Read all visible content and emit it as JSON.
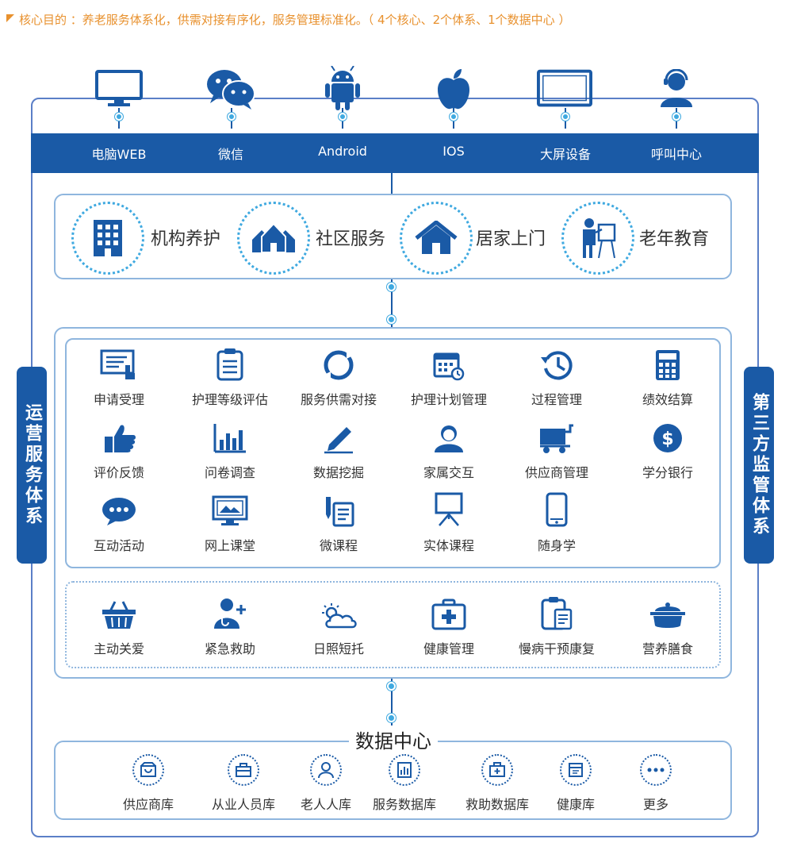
{
  "top_note": "核心目的 ：养老服务体系化，供需对接有序化，服务管理标准化。（ 4个核心、2个体系、1个数据中心 ）",
  "platforms": [
    {
      "label": "电脑WEB",
      "icon": "monitor-icon"
    },
    {
      "label": "微信",
      "icon": "wechat-icon"
    },
    {
      "label": "Android",
      "icon": "android-icon"
    },
    {
      "label": "IOS",
      "icon": "apple-icon"
    },
    {
      "label": "大屏设备",
      "icon": "large-screen-icon"
    },
    {
      "label": "呼叫中心",
      "icon": "call-center-icon"
    }
  ],
  "services": [
    {
      "label": "机构养护",
      "icon": "building-icon"
    },
    {
      "label": "社区服务",
      "icon": "community-icon"
    },
    {
      "label": "居家上门",
      "icon": "home-icon"
    },
    {
      "label": "老年教育",
      "icon": "teacher-icon"
    }
  ],
  "side_left": "运营服务体系",
  "side_right": "第三方监管体系",
  "functions": [
    {
      "label": "申请受理",
      "icon": "application-icon"
    },
    {
      "label": "护理等级评估",
      "icon": "clipboard-icon"
    },
    {
      "label": "服务供需对接",
      "icon": "cycle-icon"
    },
    {
      "label": "护理计划管理",
      "icon": "calendar-icon"
    },
    {
      "label": "过程管理",
      "icon": "history-icon"
    },
    {
      "label": "绩效结算",
      "icon": "calculator-icon"
    },
    {
      "label": "评价反馈",
      "icon": "thumbs-up-icon"
    },
    {
      "label": "问卷调查",
      "icon": "bar-chart-icon"
    },
    {
      "label": "数据挖掘",
      "icon": "pencil-icon"
    },
    {
      "label": "家属交互",
      "icon": "user-icon"
    },
    {
      "label": "供应商管理",
      "icon": "cart-icon"
    },
    {
      "label": "学分银行",
      "icon": "dollar-icon"
    },
    {
      "label": "互动活动",
      "icon": "chat-icon"
    },
    {
      "label": "网上课堂",
      "icon": "online-class-icon"
    },
    {
      "label": "微课程",
      "icon": "micro-course-icon"
    },
    {
      "label": "实体课程",
      "icon": "easel-icon"
    },
    {
      "label": "随身学",
      "icon": "mobile-icon"
    }
  ],
  "care": [
    {
      "label": "主动关爱",
      "icon": "basket-icon"
    },
    {
      "label": "紧急救助",
      "icon": "doctor-icon"
    },
    {
      "label": "日照短托",
      "icon": "sun-cloud-icon"
    },
    {
      "label": "健康管理",
      "icon": "medical-kit-icon"
    },
    {
      "label": "慢病干预康复",
      "icon": "medical-record-icon"
    },
    {
      "label": "营养膳食",
      "icon": "pot-icon"
    }
  ],
  "data_center": {
    "title": "数据中心",
    "items": [
      {
        "label": "供应商库",
        "icon": "supplier-db-icon"
      },
      {
        "label": "从业人员库",
        "icon": "staff-db-icon"
      },
      {
        "label": "老人人库",
        "icon": "elder-db-icon"
      },
      {
        "label": "服务数据库",
        "icon": "service-db-icon"
      },
      {
        "label": "救助数据库",
        "icon": "rescue-db-icon"
      },
      {
        "label": "健康库",
        "icon": "health-db-icon"
      },
      {
        "label": "更多",
        "icon": "more-icon"
      }
    ]
  },
  "colors": {
    "primary": "#1a5aa6",
    "accent": "#3fa9e0",
    "border": "#8fb6de",
    "note": "#e8912e"
  }
}
